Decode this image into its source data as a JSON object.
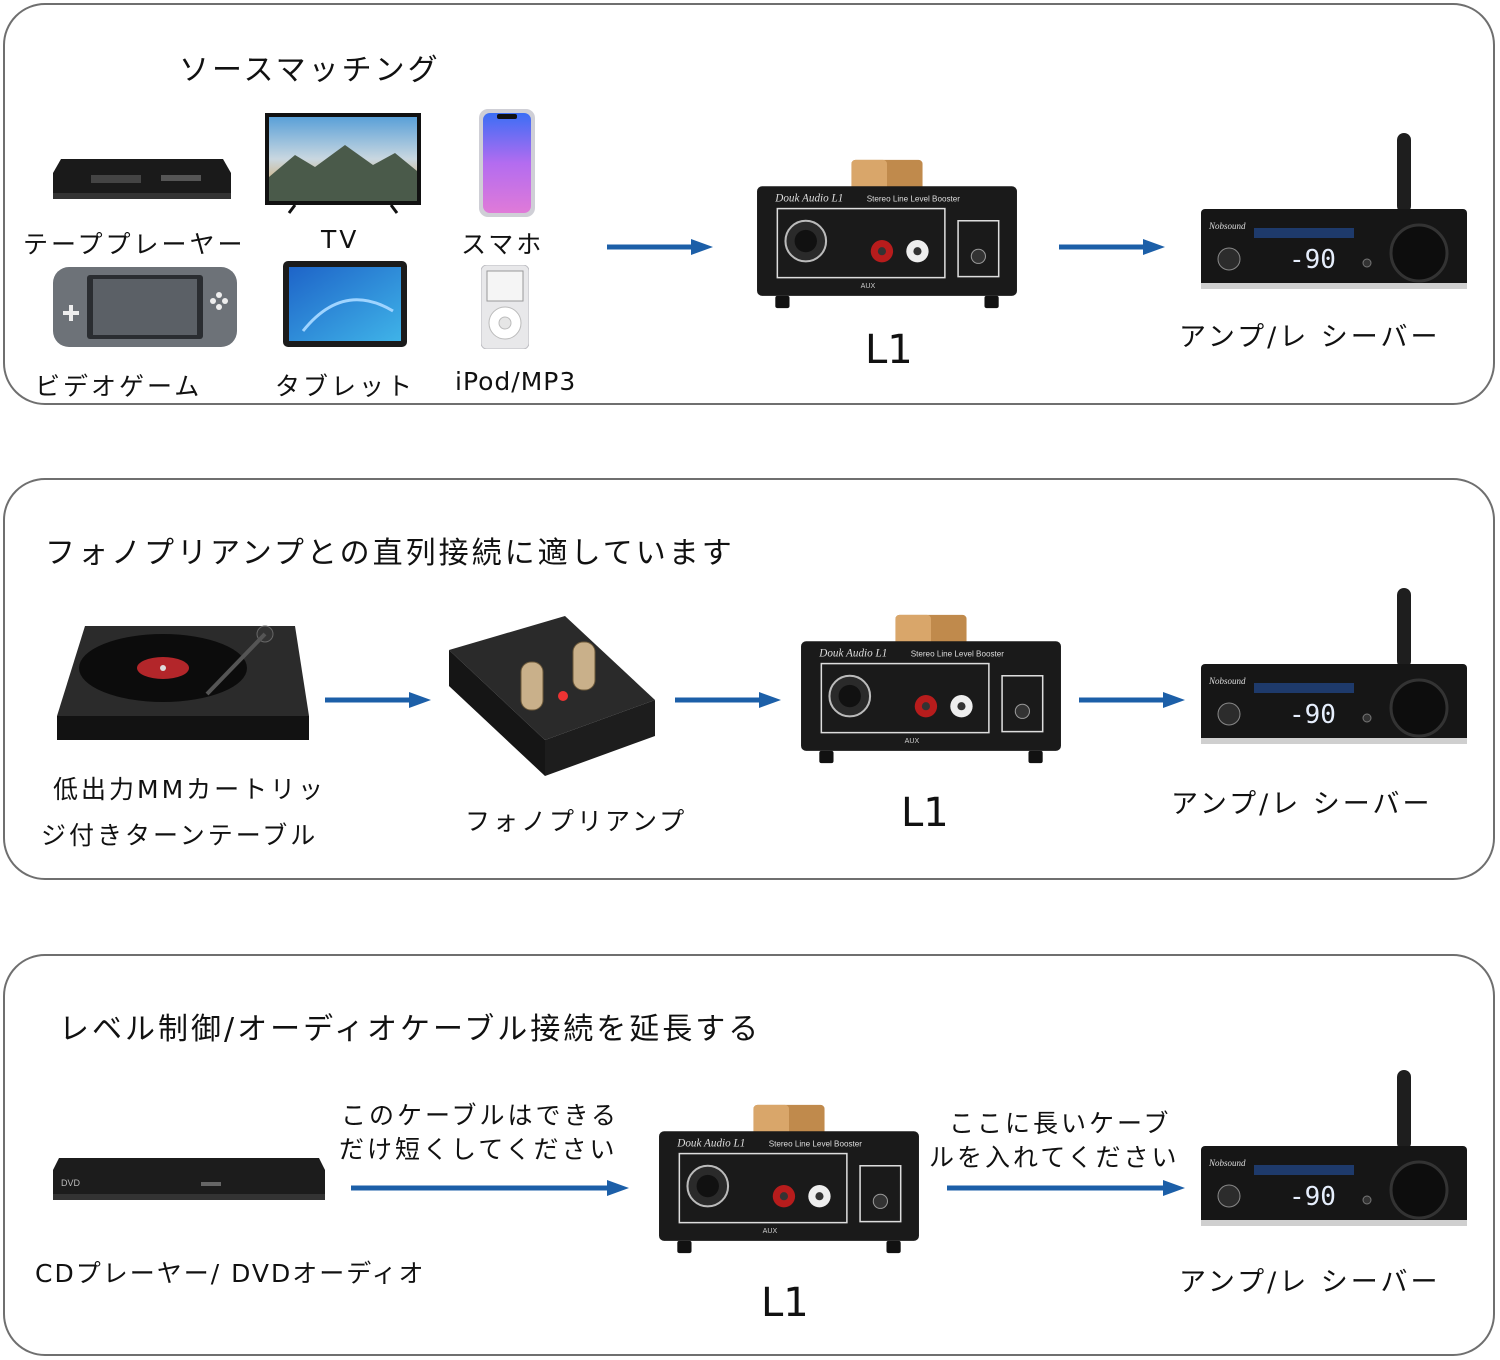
{
  "colors": {
    "arrow": "#1c5fa8",
    "border": "#6f6f6f",
    "device": "#161616",
    "knob": "#c08a4c"
  },
  "panel1": {
    "title": "ソースマッチング",
    "sources": [
      {
        "label": "テーププレーヤー",
        "icon": "tape-player-icon"
      },
      {
        "label": "TV",
        "icon": "tv-icon"
      },
      {
        "label": "スマホ",
        "icon": "smartphone-icon"
      },
      {
        "label": "ビデオゲーム",
        "icon": "game-console-icon"
      },
      {
        "label": "タブレット",
        "icon": "tablet-icon"
      },
      {
        "label": "iPod/MP3",
        "icon": "ipod-icon"
      }
    ],
    "device_label": "L1",
    "target_label": "アンプ/レ シーバー"
  },
  "panel2": {
    "title": "フォノプリアンプとの直列接続に適しています",
    "turntable_label_line1": "低出力MMカートリッ",
    "turntable_label_line2": "ジ付きターンテーブル",
    "preamp_label": "フォノプリアンプ",
    "device_label": "L1",
    "target_label": "アンプ/レ シーバー"
  },
  "panel3": {
    "title": "レベル制御/オーディオケーブル接続を延長する",
    "short_cable_line1": "このケーブルはできる",
    "short_cable_line2": "だけ短くしてください",
    "long_cable_line1": "ここに長いケーブ",
    "long_cable_line2": "ルを入れてください",
    "source_label": "CDプレーヤー/ DVDオーディオ",
    "device_label": "L1",
    "target_label": "アンプ/レ シーバー"
  }
}
